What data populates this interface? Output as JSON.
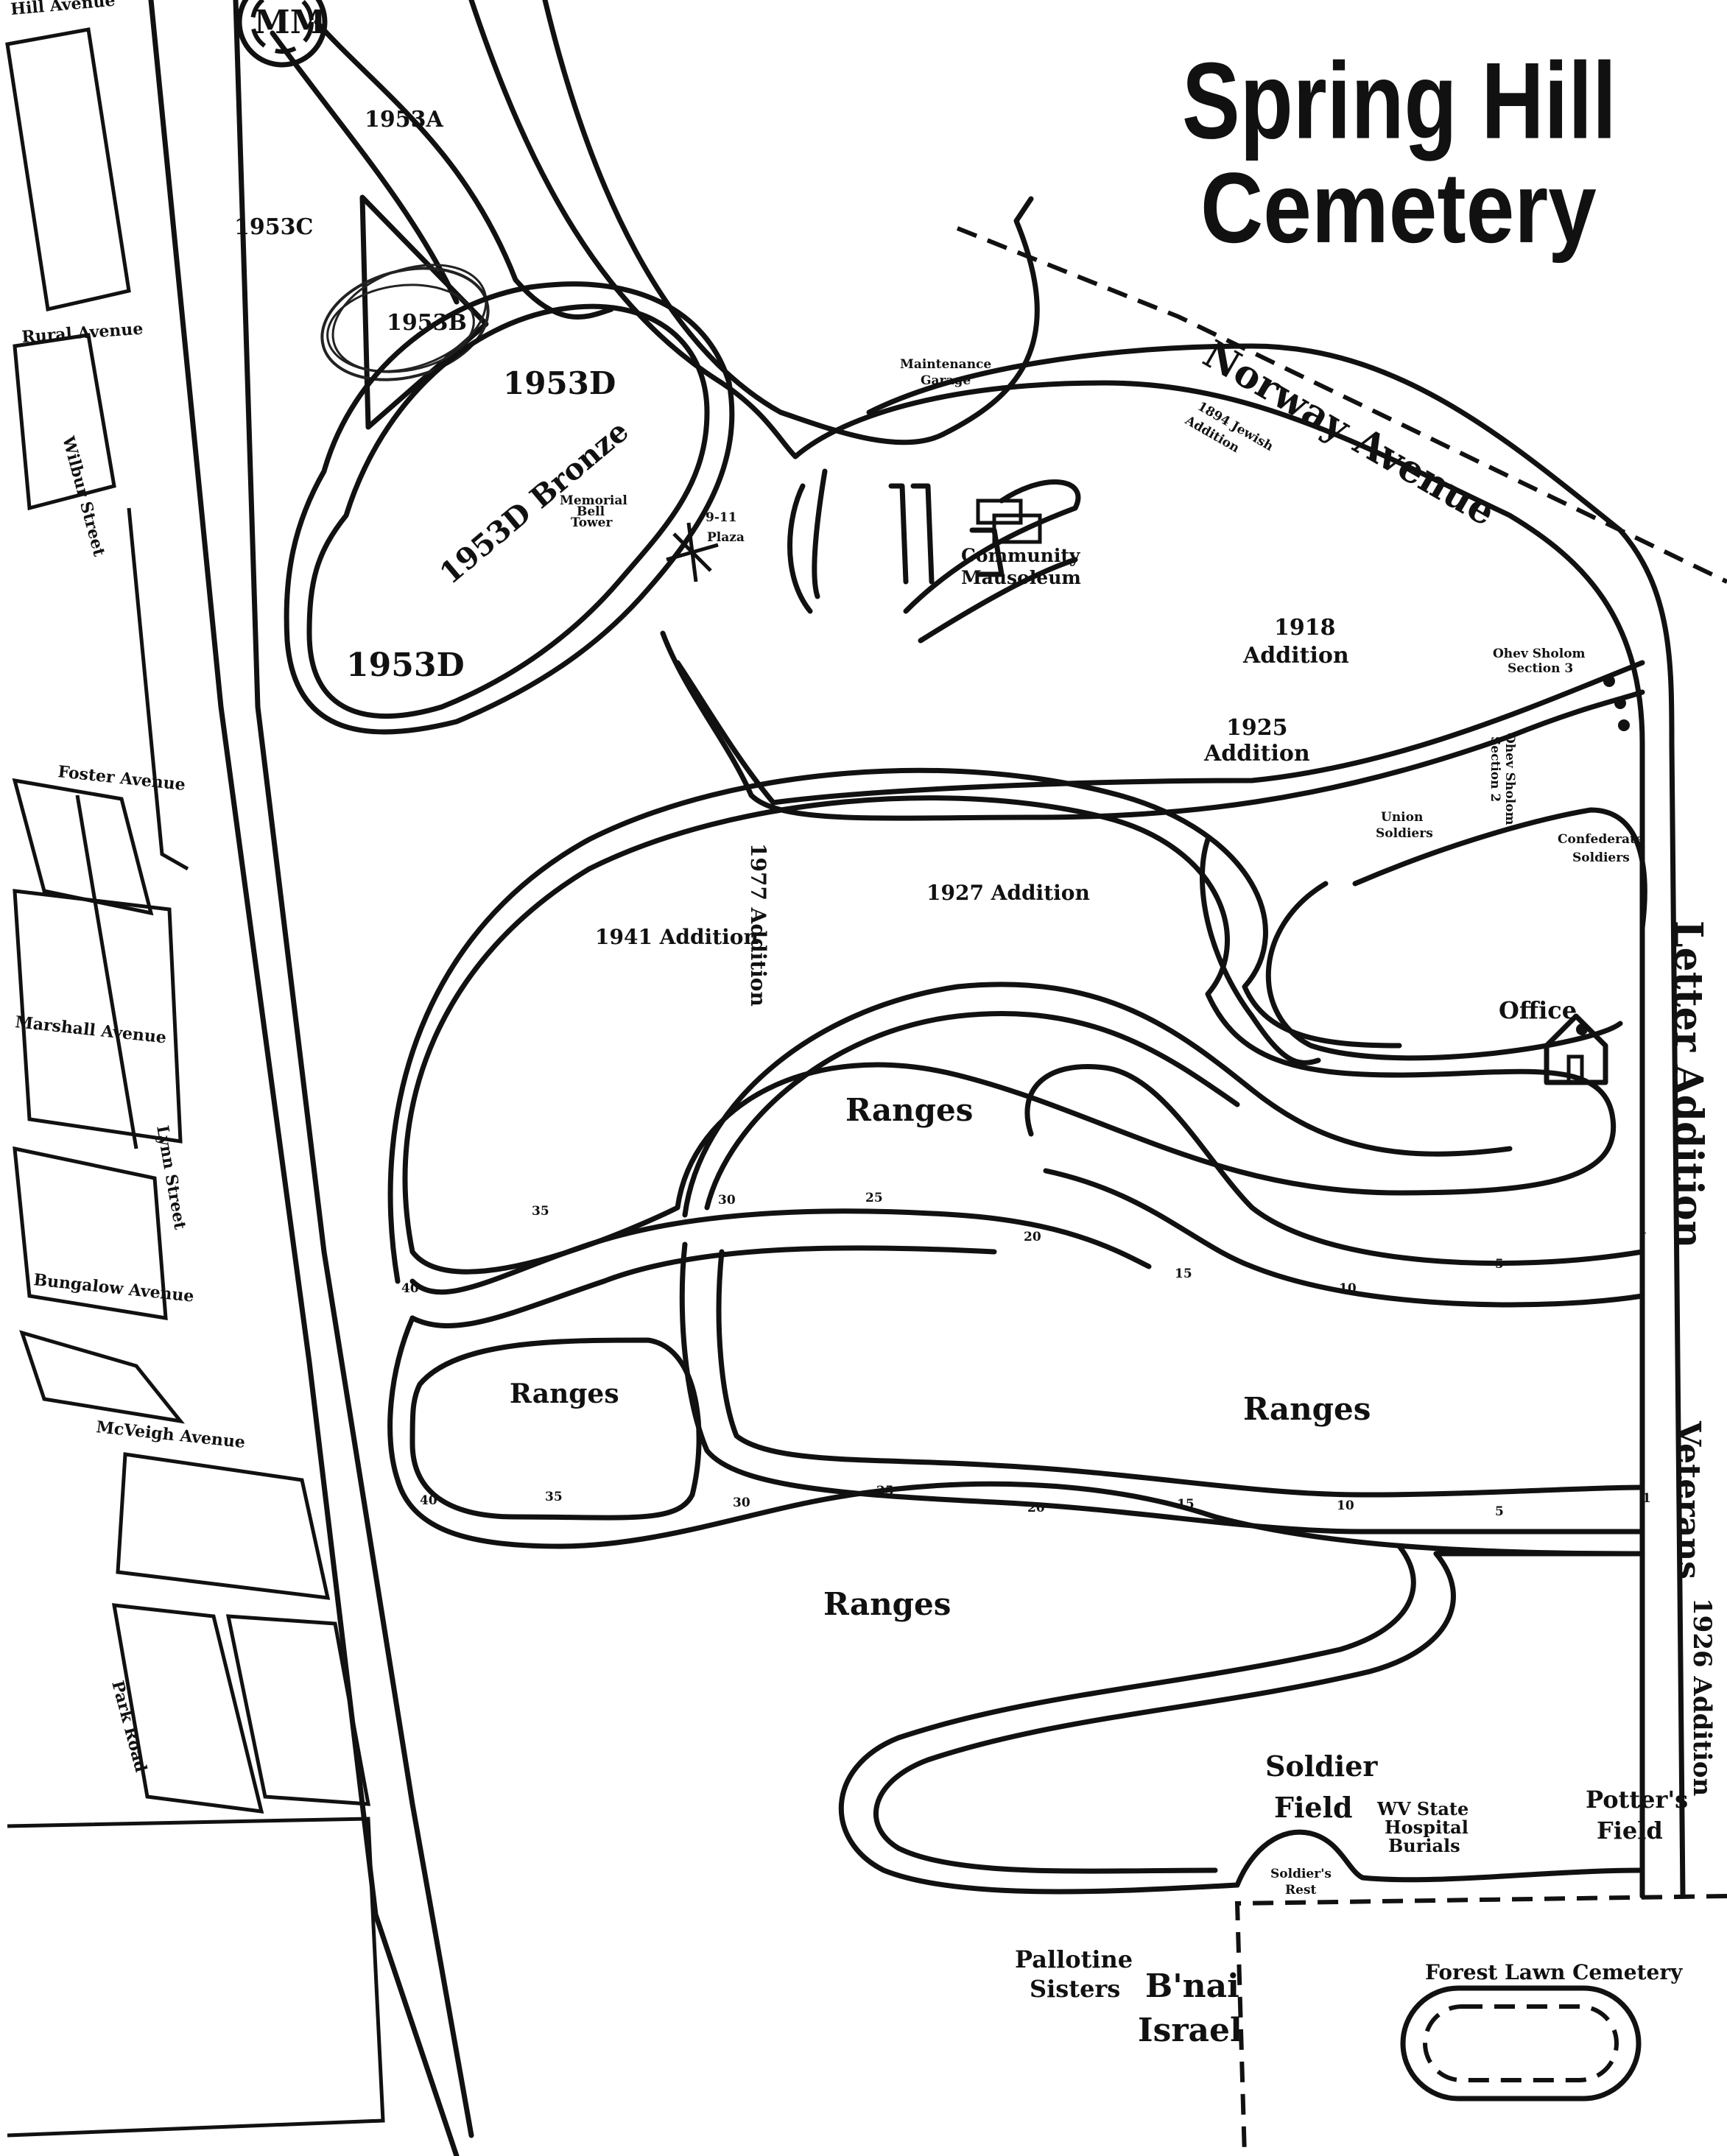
{
  "title": {
    "line1": "Spring Hill",
    "line2": "Cemetery"
  },
  "roads": {
    "norway": "Norway Avenue",
    "letter": "Letter Addition",
    "veterans": "Veterans",
    "addition_1926": "1926 Addition",
    "hill_ave": "Hill Avenue",
    "rural": "Rural Avenue",
    "wilbur": "Wilbur Street",
    "foster": "Foster Avenue",
    "marshall": "Marshall Avenue",
    "lynn": "Lynn Street",
    "bungalow": "Bungalow Avenue",
    "mcveigh": "McVeigh Avenue",
    "park": "Park Road"
  },
  "sections": {
    "mm": "MM",
    "s1953a": "1953A",
    "s1953b": "1953B",
    "s1953c": "1953C",
    "s1953d_top": "1953D",
    "s1953d_bronze": "1953D Bronze",
    "s1953d_bottom": "1953D",
    "bell_tower": [
      "Memorial",
      "Bell",
      "Tower"
    ],
    "plaza": [
      "9-11",
      "Plaza"
    ],
    "garage": [
      "Maintenance",
      "Garage"
    ],
    "mausoleum": [
      "Community",
      "Mausoleum"
    ],
    "jewish": [
      "1894 Jewish",
      "Addition"
    ],
    "a1918": [
      "1918",
      "Addition"
    ],
    "a1925": [
      "1925",
      "Addition"
    ],
    "ohev3": [
      "Ohev Sholom",
      "Section 3"
    ],
    "ohev2": [
      "Ohev Sholom",
      "Section 2"
    ],
    "union": [
      "Union",
      "Soldiers"
    ],
    "confederate": [
      "Confederate",
      "Soldiers"
    ],
    "a1927": "1927 Addition",
    "a1941": "1941 Addition",
    "a1977": "1977 Addition",
    "office": "Office",
    "ranges_1": "Ranges",
    "ranges_2": "Ranges",
    "ranges_3": "Ranges",
    "ranges_4": "Ranges",
    "soldier_field": [
      "Soldier",
      "Field"
    ],
    "wv_state": [
      "WV State",
      "Hospital",
      "Burials"
    ],
    "potters": [
      "Potter's",
      "Field"
    ],
    "soldiers_rest": [
      "Soldier's",
      "Rest"
    ],
    "pallotine": [
      "Pallotine",
      "Sisters"
    ],
    "bnai": [
      "B'nai",
      "Israel"
    ],
    "forest_lawn": "Forest Lawn Cemetery"
  },
  "range_markers": {
    "upper": [
      "30",
      "25",
      "20",
      "15",
      "10",
      "5",
      "1"
    ],
    "left": [
      "40",
      "35"
    ],
    "lower": [
      "40",
      "35",
      "30",
      "25",
      "20",
      "15",
      "10",
      "5",
      "1"
    ]
  },
  "colors": {
    "ink": "#111111",
    "paper": "#ffffff",
    "marker_circle": "#222222"
  }
}
